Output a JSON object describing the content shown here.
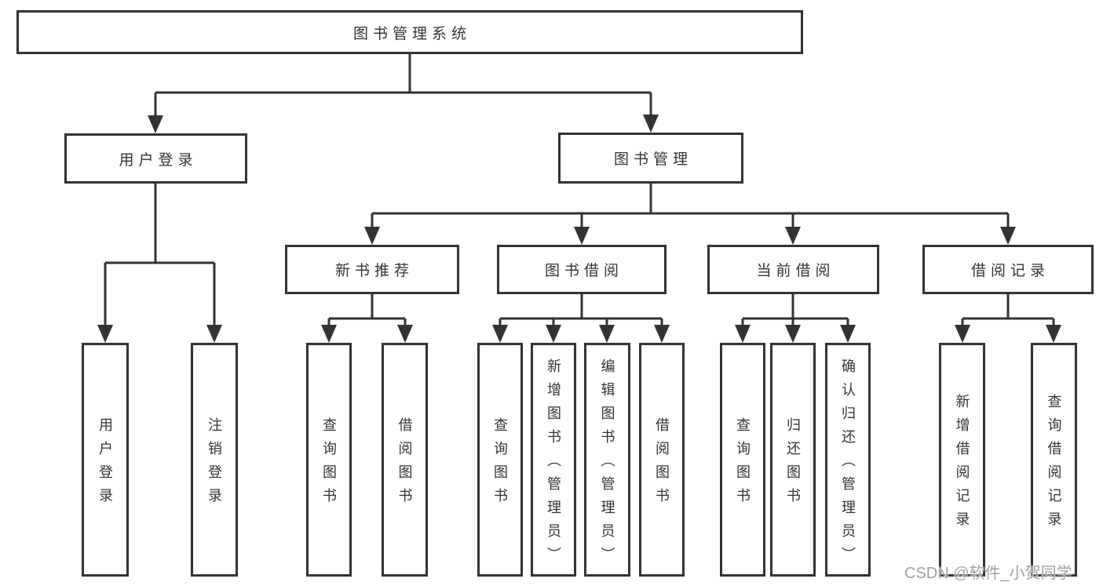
{
  "diagram": {
    "root": {
      "label": "图书管理系统"
    },
    "level2": [
      {
        "label": "用户登录"
      },
      {
        "label": "图书管理"
      }
    ],
    "level3": [
      {
        "label": "新书推荐",
        "parent": "图书管理"
      },
      {
        "label": "图书借阅",
        "parent": "图书管理"
      },
      {
        "label": "当前借阅",
        "parent": "图书管理"
      },
      {
        "label": "借阅记录",
        "parent": "图书管理"
      }
    ],
    "leaves": [
      {
        "label": "用户登录",
        "parent": "用户登录"
      },
      {
        "label": "注销登录",
        "parent": "用户登录"
      },
      {
        "label": "查询图书",
        "parent": "新书推荐"
      },
      {
        "label": "借阅图书",
        "parent": "新书推荐"
      },
      {
        "label": "查询图书",
        "parent": "图书借阅"
      },
      {
        "label": "新增图书（管理员）",
        "parent": "图书借阅"
      },
      {
        "label": "编辑图书（管理员）",
        "parent": "图书借阅"
      },
      {
        "label": "借阅图书",
        "parent": "图书借阅"
      },
      {
        "label": "查询图书",
        "parent": "当前借阅"
      },
      {
        "label": "归还图书",
        "parent": "当前借阅"
      },
      {
        "label": "确认归还（管理员）",
        "parent": "当前借阅"
      },
      {
        "label": "新增借阅记录",
        "parent": "借阅记录"
      },
      {
        "label": "查询借阅记录",
        "parent": "借阅记录"
      }
    ],
    "watermark": "CSDN @软件_小贺同学",
    "colors": {
      "line": "#333333",
      "box_fill": "#ffffff",
      "text": "#333333",
      "watermark": "#a0a0a0"
    }
  }
}
